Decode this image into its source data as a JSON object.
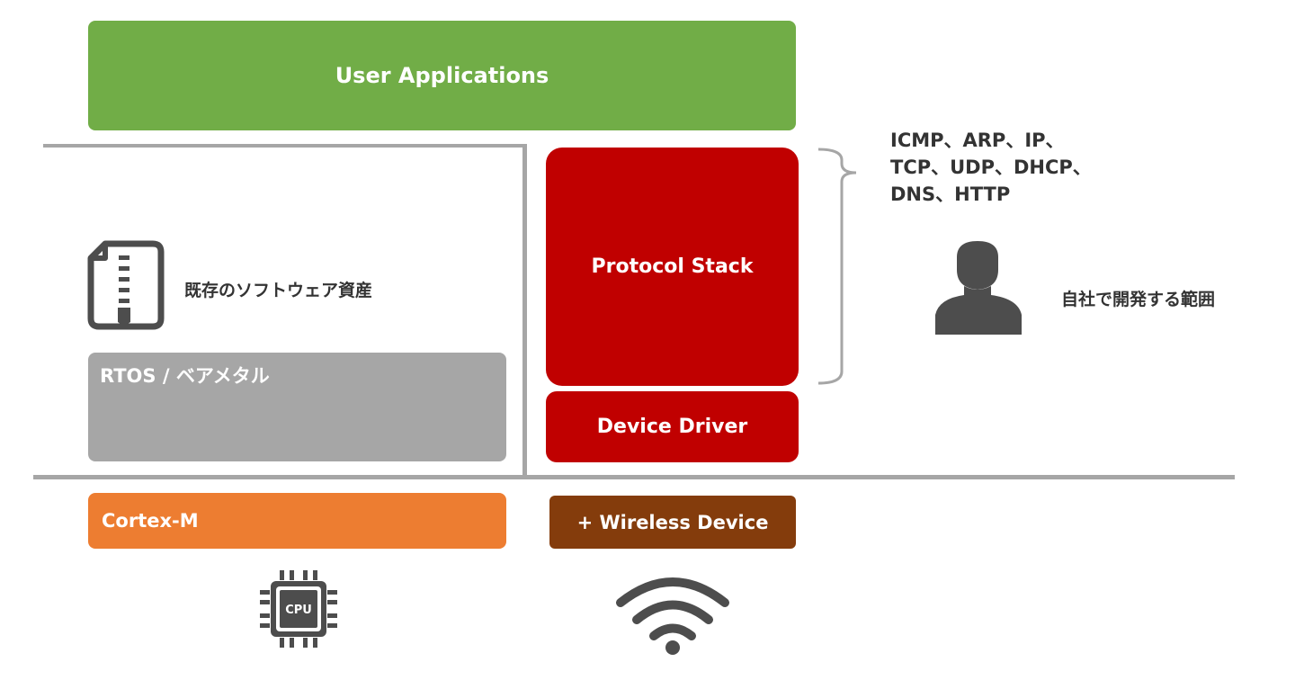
{
  "blocks": {
    "user_applications": "User Applications",
    "protocol_stack": "Protocol Stack",
    "device_driver": "Device Driver",
    "rtos": "RTOS / ベアメタル",
    "cortex": "Cortex-M",
    "wireless": "+ Wireless Device"
  },
  "labels": {
    "legacy_assets": "既存のソフトウェア資産",
    "protocols": [
      "ICMP、ARP、IP、",
      "TCP、UDP、DHCP、",
      "DNS、HTTP"
    ],
    "scope": "自社で開発する範囲"
  },
  "icons": {
    "cpu_chip_text": "CPU",
    "file": "zip-file-icon",
    "person": "person-icon",
    "chip": "cpu-chip-icon",
    "wifi": "wifi-icon"
  },
  "colors": {
    "green": "#71ad47",
    "red": "#c00000",
    "gray": "#a6a6a6",
    "orange": "#ed7d31",
    "brown": "#843c0c",
    "icon": "#4d4d4d"
  }
}
